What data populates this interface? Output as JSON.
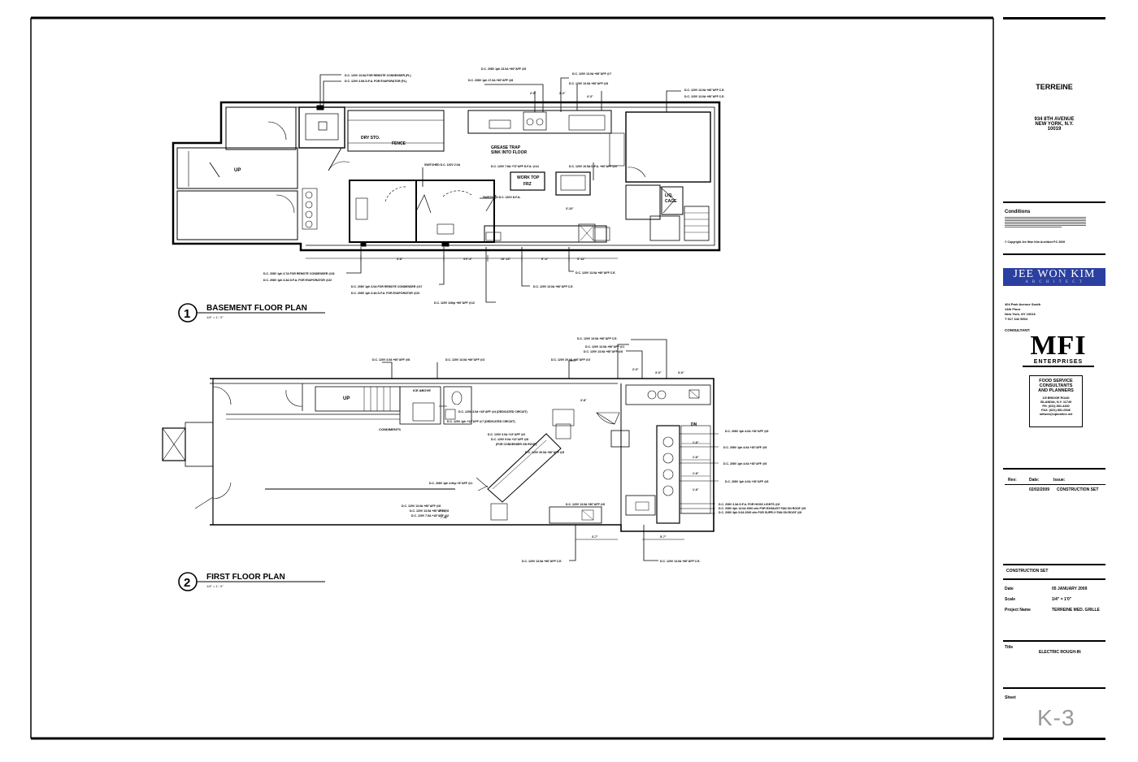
{
  "drawings": [
    {
      "number": "1",
      "title": "BASEMENT FLOOR PLAN",
      "scale": "1/4\" = 1'- 0\""
    },
    {
      "number": "2",
      "title": "FIRST FLOOR PLAN",
      "scale": "1/4\" = 1'- 0\""
    }
  ],
  "basement_labels": {
    "dry_sto": "DRY STO.",
    "fence": "FENCE",
    "grease_trap": "GREASE TRAP",
    "sink_into_floor": "SINK INTO FLOOR",
    "work_top": "WORK TOP",
    "frz": "FRZ",
    "liq": "LIQ.",
    "cage": "CAGE",
    "up": "UP"
  },
  "first_labels": {
    "up": "UP",
    "ice_above": "ICE ABOVE",
    "condiments": "CONDIMENTS",
    "dn": "DN"
  },
  "title_block": {
    "project": "TERREINE",
    "address1": "934 8TH AVENUE",
    "address2": "NEW YORK, N.Y.",
    "zip": "10019",
    "conditions_heading": "Conditions",
    "copyright": "© Copyright Jee Won Kim Architect P.C 2009",
    "architect_logo": "JEE WON KIM",
    "architect_sub": "A R C H I T E C T",
    "arch_addr1": "404 Park Avenue South",
    "arch_addr2": "14th Floor",
    "arch_addr3": "New York, NY 10016",
    "arch_phone": "T  917 342 5504",
    "consultant_heading": "CONSULTANT:",
    "consultant_logo": "MFI",
    "consultant_sub": "ENTERPRISES",
    "consultant_desc1": "FOOD SERVICE",
    "consultant_desc2": "CONSULTANTS",
    "consultant_desc3": "AND PLANNERS",
    "consultant_addr1": "1/5 BRIDGE ROAD",
    "consultant_addr2": "ISLANDIA, N.Y. 11749",
    "consultant_ph": "PH. (631) 851-4400",
    "consultant_fax": "FAX: (631) 851-0546",
    "consultant_email": "mfiweb@optonline.net",
    "rev_header": {
      "rev": "Rev:",
      "date": "Date:",
      "issue": "Issue:"
    },
    "revisions": [
      {
        "date": "02/02/2009",
        "issue": "CONSTRUCTION SET"
      }
    ],
    "construction_set": "CONSTRUCTION SET",
    "date_label": "Date",
    "date_value": "05 JANUARY 2009",
    "scale_label": "Scale",
    "scale_value": "1/4\" = 1'0\"",
    "project_name_label": "Project Name",
    "project_name_value": "TERREINE MED. GRILLE",
    "title_label": "Title",
    "title_value": "ELECTRIC ROUGH-IN",
    "sheet_label": "Sheet",
    "sheet_value": "K-3"
  },
  "colors": {
    "logo_blue": "#2b3fa0",
    "sheet_gray": "#999999"
  }
}
